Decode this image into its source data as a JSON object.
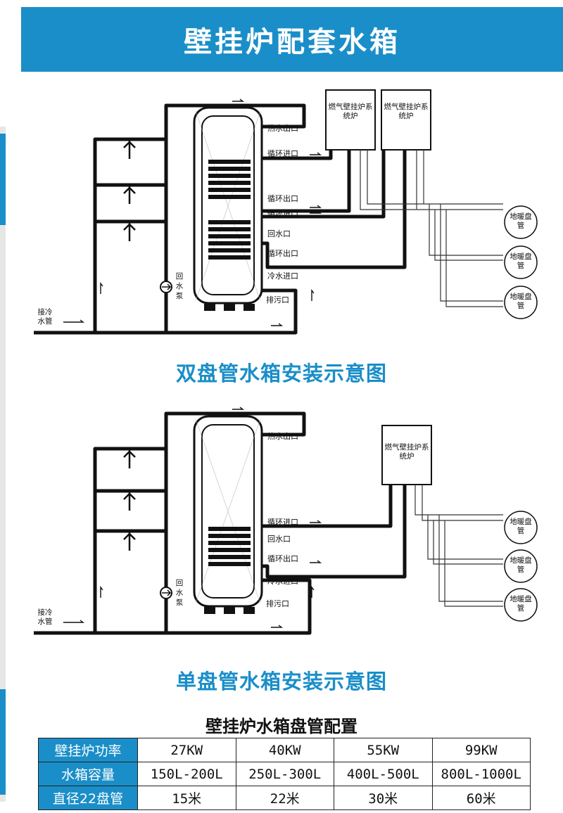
{
  "header": {
    "title": "壁挂炉配套水箱"
  },
  "diagram_double": {
    "ports": [
      "热水出口",
      "循环进口",
      "循环出口",
      "循环进口",
      "回水口",
      "循环出口",
      "冷水进口",
      "排污口"
    ],
    "boiler_label": "燃气壁挂炉系统炉",
    "floor_heating_label": "地暖盘管",
    "pump_label": "回水泵",
    "cold_inlet_label": "接冷水管",
    "caption": "双盘管水箱安装示意图"
  },
  "diagram_single": {
    "ports": [
      "热水出口",
      "循环进口",
      "回水口",
      "循环出口",
      "冷水进口",
      "排污口"
    ],
    "boiler_label": "燃气壁挂炉系统炉",
    "floor_heating_label": "地暖盘管",
    "pump_label": "回水泵",
    "cold_inlet_label": "接冷水管",
    "caption": "单盘管水箱安装示意图"
  },
  "table": {
    "title": "壁挂炉水箱盘管配置",
    "rows": [
      {
        "header": "壁挂炉功率",
        "cells": [
          "27KW",
          "40KW",
          "55KW",
          "99KW"
        ]
      },
      {
        "header": "水箱容量",
        "cells": [
          "150L-200L",
          "250L-300L",
          "400L-500L",
          "800L-1000L"
        ]
      },
      {
        "header": "直径22盘管",
        "cells": [
          "15米",
          "22米",
          "30米",
          "60米"
        ]
      }
    ]
  },
  "colors": {
    "accent": "#1a8ec8",
    "line": "#111111"
  }
}
